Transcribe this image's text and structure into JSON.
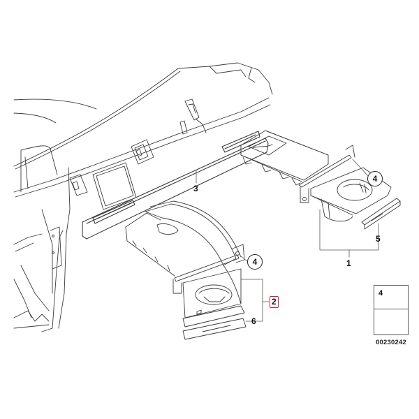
{
  "diagram": {
    "title": "Cup holder / dashboard trim parts diagram",
    "callouts": [
      {
        "id": "1",
        "label": "1",
        "style": "plain"
      },
      {
        "id": "2",
        "label": "2",
        "style": "highlighted",
        "highlight_color": "#c8232c"
      },
      {
        "id": "3",
        "label": "3",
        "style": "plain"
      },
      {
        "id": "4a",
        "label": "4",
        "style": "circled"
      },
      {
        "id": "4b",
        "label": "4",
        "style": "circled"
      },
      {
        "id": "5",
        "label": "5",
        "style": "plain"
      },
      {
        "id": "6",
        "label": "6",
        "style": "plain"
      }
    ],
    "legend": {
      "item_number": "4",
      "item_icon": "screw-icon",
      "arrow_icon": "direction-arrow-icon",
      "code": "00230242"
    },
    "parts": [
      {
        "name": "dashboard",
        "description": "Instrument panel outline"
      },
      {
        "name": "trim-strip",
        "callout": "3"
      },
      {
        "name": "cup-holder-right",
        "callout": "1"
      },
      {
        "name": "cover-right",
        "callout": "5"
      },
      {
        "name": "cup-holder-left",
        "callout": "2"
      },
      {
        "name": "cover-left",
        "callout": "6"
      }
    ],
    "colors": {
      "line": "#3a3a3a",
      "background": "#ffffff",
      "highlight": "#c8232c"
    }
  }
}
